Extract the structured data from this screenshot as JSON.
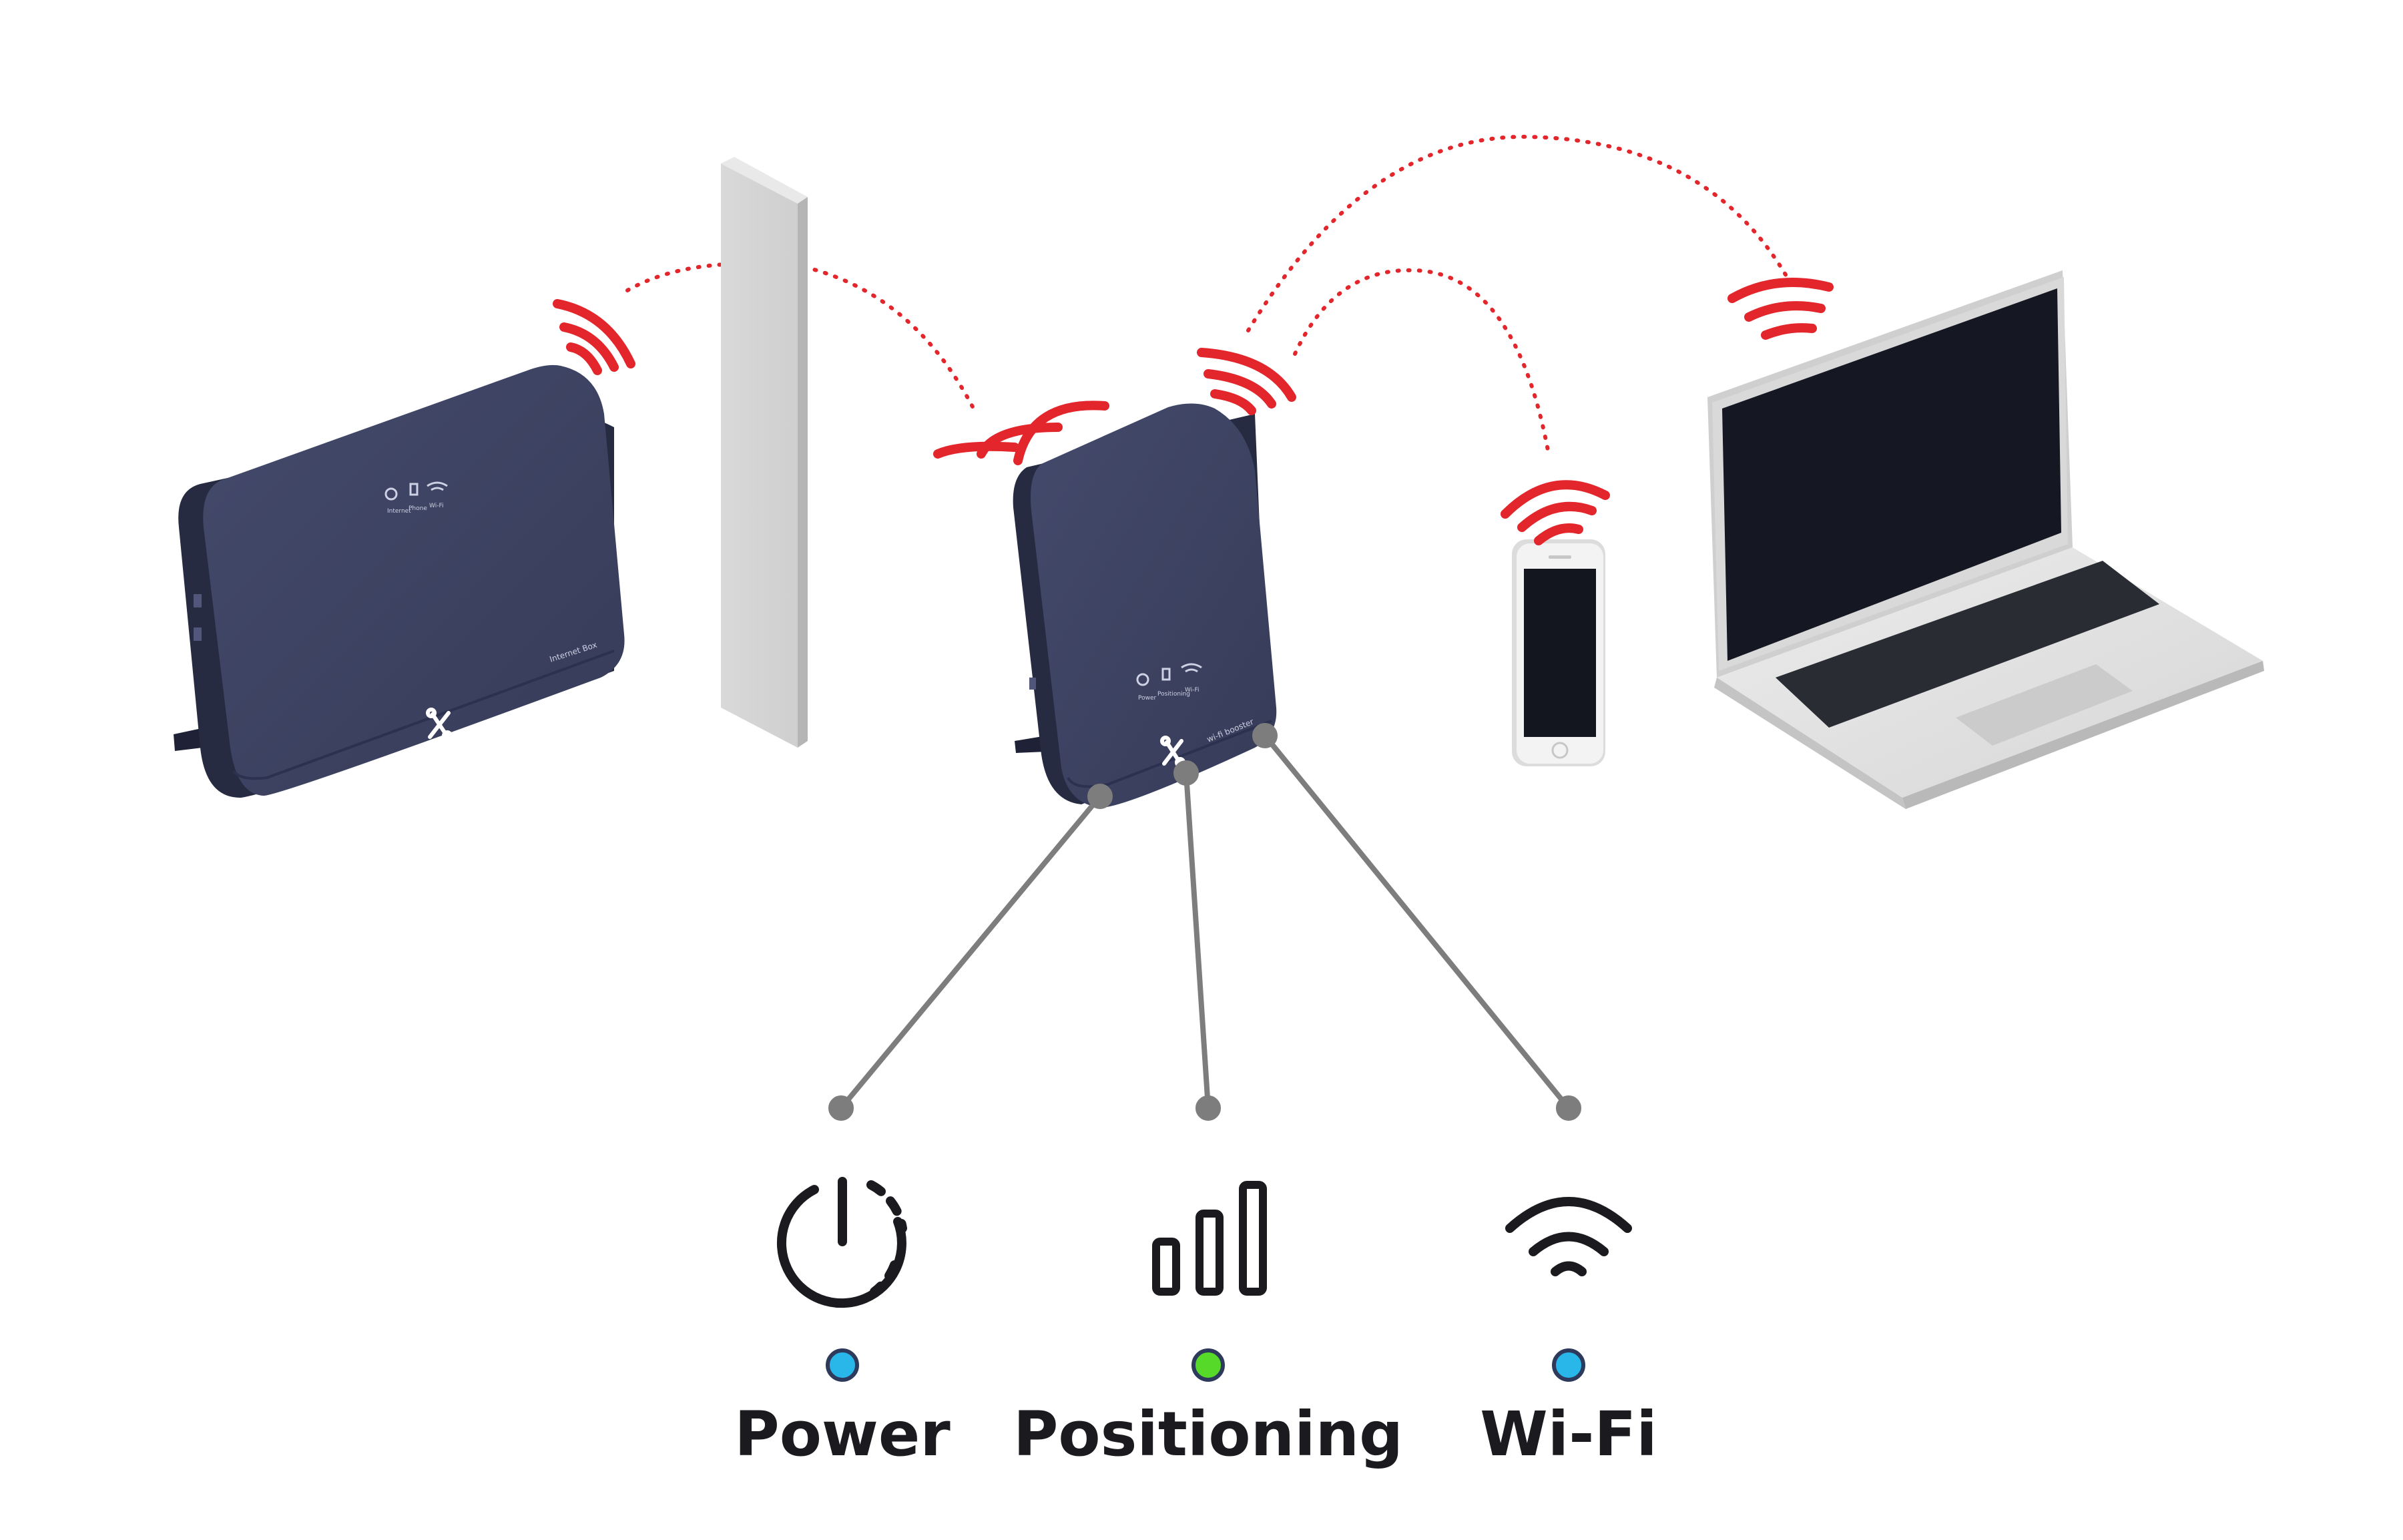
{
  "devices": {
    "router": {
      "name_print": "Internet Box",
      "icon": "router-device"
    },
    "wall": {
      "icon": "wall-obstacle"
    },
    "repeater": {
      "name_print": "wi-fi booster",
      "icon": "wifi-repeater"
    },
    "phone": {
      "icon": "smartphone"
    },
    "laptop": {
      "icon": "laptop"
    }
  },
  "router_panel": [
    "Internet",
    "Phone",
    "Wi-Fi"
  ],
  "repeater_panel": [
    "Power",
    "Positioning",
    "Wi-Fi"
  ],
  "indicators": [
    {
      "label": "Power",
      "icon": "power-icon",
      "led_color": "#29b6e8"
    },
    {
      "label": "Positioning",
      "icon": "signal-bars-icon",
      "led_color": "#57d92a"
    },
    {
      "label": "Wi-Fi",
      "icon": "wifi-icon",
      "led_color": "#29b6e8"
    }
  ],
  "colors": {
    "device_body": "#3b4160",
    "device_dark": "#272b42",
    "signal": "#e3262b",
    "connector": "#7d7d7d",
    "label_text": "#1b1b1f"
  }
}
